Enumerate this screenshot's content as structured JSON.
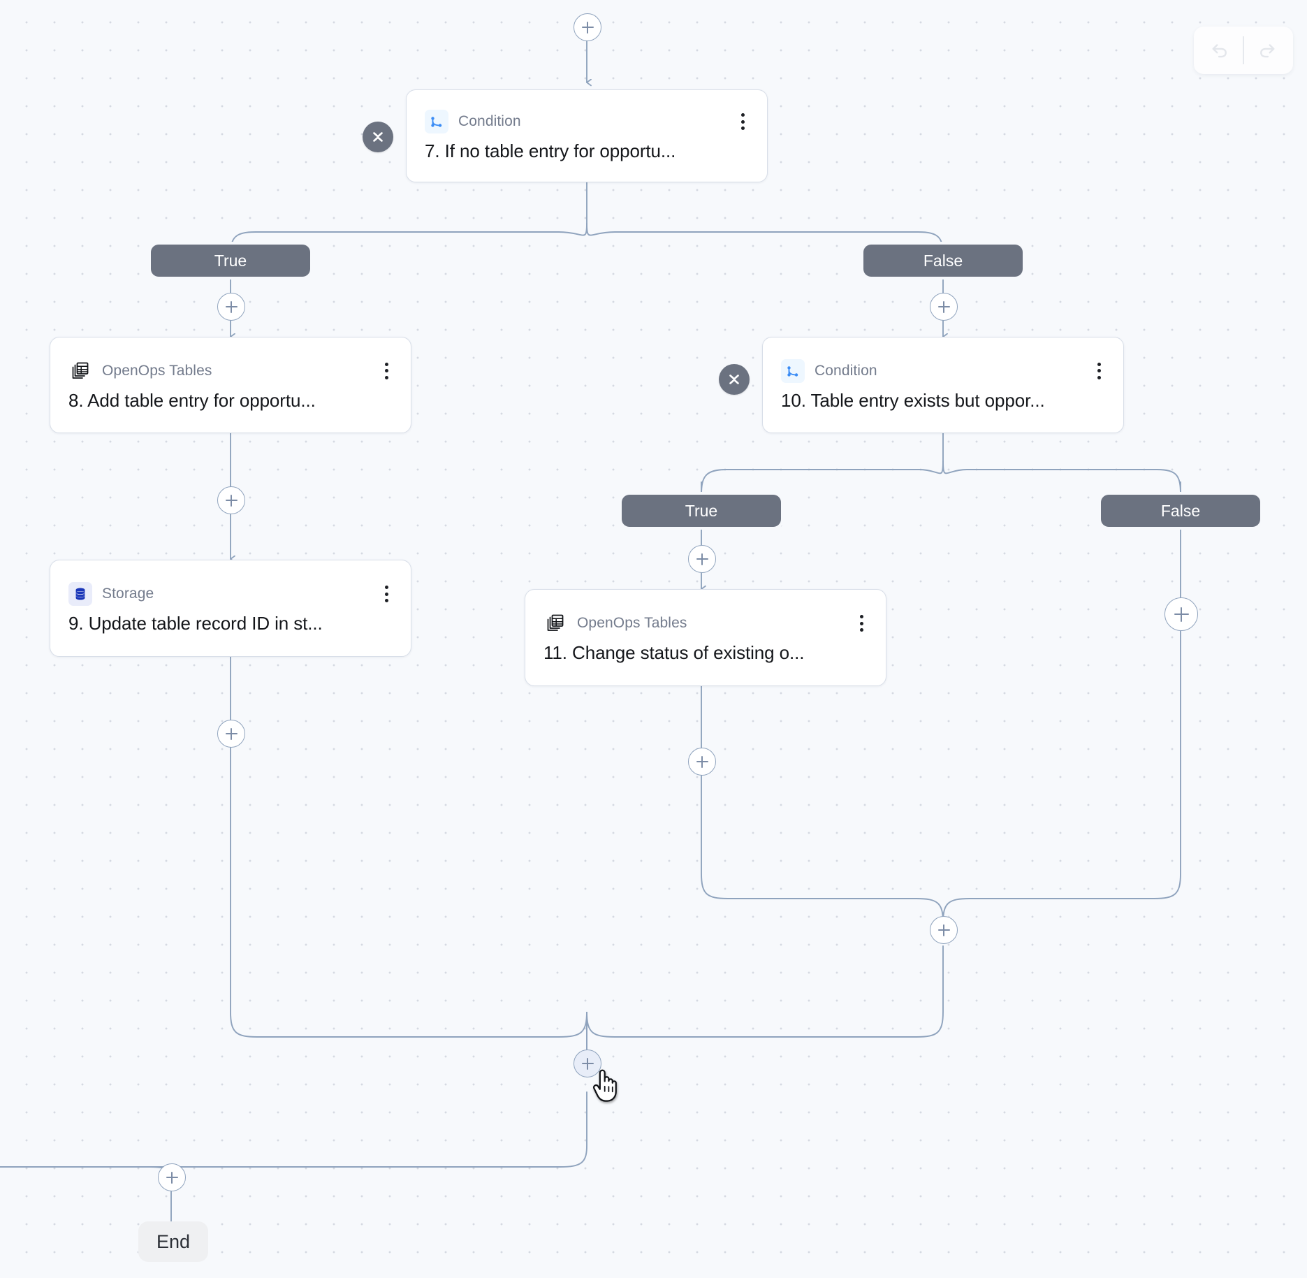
{
  "canvas": {
    "background_color": "#f7f9fc",
    "dot_color": "#d5d9e2",
    "edge_color": "#8fa3bd"
  },
  "toolbar": {
    "undo_label": "undo-arrow",
    "redo_label": "redo-arrow",
    "undo_enabled": "false",
    "redo_enabled": "false"
  },
  "steps": [
    {
      "id": "step-7",
      "type_label": "Condition",
      "title": "7. If no table entry for opportu...",
      "icon": "condition-icon",
      "menu": "step-menu-icon"
    },
    {
      "id": "step-8",
      "type_label": "OpenOps Tables",
      "title": "8. Add table entry for opportu...",
      "icon": "tables-icon",
      "menu": "step-menu-icon"
    },
    {
      "id": "step-9",
      "type_label": "Storage",
      "title": "9. Update table record ID in st...",
      "icon": "storage-icon",
      "menu": "step-menu-icon"
    },
    {
      "id": "step-10",
      "type_label": "Condition",
      "title": "10. Table entry exists but oppor...",
      "icon": "condition-icon",
      "menu": "step-menu-icon"
    },
    {
      "id": "step-11",
      "type_label": "OpenOps Tables",
      "title": "11. Change status of existing o...",
      "icon": "tables-icon",
      "menu": "step-menu-icon"
    }
  ],
  "branches": {
    "condition_7": {
      "true_label": "True",
      "false_label": "False"
    },
    "condition_10": {
      "true_label": "True",
      "false_label": "False"
    }
  },
  "collapse_buttons": [
    {
      "id": "collapse-7",
      "icon": "collapse-chevrons-icon"
    },
    {
      "id": "collapse-10",
      "icon": "collapse-chevrons-icon"
    }
  ],
  "add_buttons": [
    {
      "id": "add-above-step-7",
      "icon": "plus-icon",
      "hovered": "false"
    },
    {
      "id": "add-true-branch-7",
      "icon": "plus-icon",
      "hovered": "false"
    },
    {
      "id": "add-false-branch-7",
      "icon": "plus-icon",
      "hovered": "false"
    },
    {
      "id": "add-after-step-8",
      "icon": "plus-icon",
      "hovered": "false"
    },
    {
      "id": "add-after-step-9",
      "icon": "plus-icon",
      "hovered": "false"
    },
    {
      "id": "add-true-branch-10",
      "icon": "plus-icon",
      "hovered": "false"
    },
    {
      "id": "add-false-branch-10",
      "icon": "plus-icon",
      "hovered": "false"
    },
    {
      "id": "add-after-step-11",
      "icon": "plus-icon",
      "hovered": "false"
    },
    {
      "id": "add-merge-condition-10",
      "icon": "plus-icon",
      "hovered": "false"
    },
    {
      "id": "add-merge-condition-7",
      "icon": "plus-icon",
      "hovered": "true"
    },
    {
      "id": "add-before-end",
      "icon": "plus-icon",
      "hovered": "false"
    }
  ],
  "end_node": {
    "label": "End"
  },
  "cursor": {
    "icon": "pointing-hand-cursor"
  }
}
